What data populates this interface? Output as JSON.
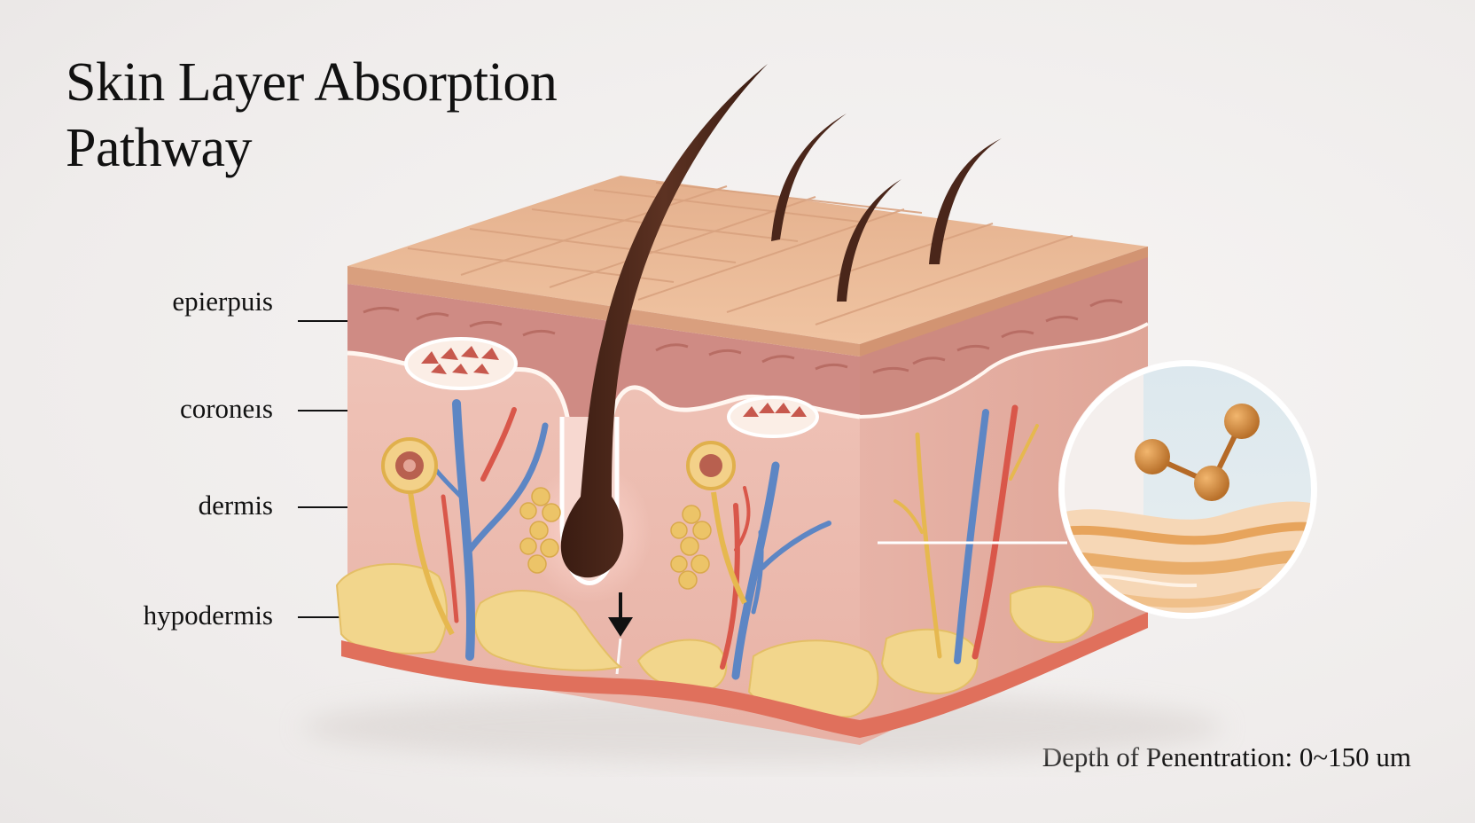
{
  "title": "Skin Layer Absorption Pathway",
  "labels": {
    "epidermis": "epierpuis",
    "corneum": "coroneıs",
    "dermis": "dermis",
    "hypodermis": "hypodermis"
  },
  "depth_text": "Depth of Penentration: 0~150 um",
  "colors": {
    "skin_top": "#e9b894",
    "epidermis_band": "#cf8b84",
    "dermis": "#ecc1b6",
    "fat": "#f2d68c",
    "vessel_blue": "#5d86c4",
    "vessel_red": "#d9574a",
    "hair": "#4a261a",
    "molecule": "#cf8a3a"
  }
}
